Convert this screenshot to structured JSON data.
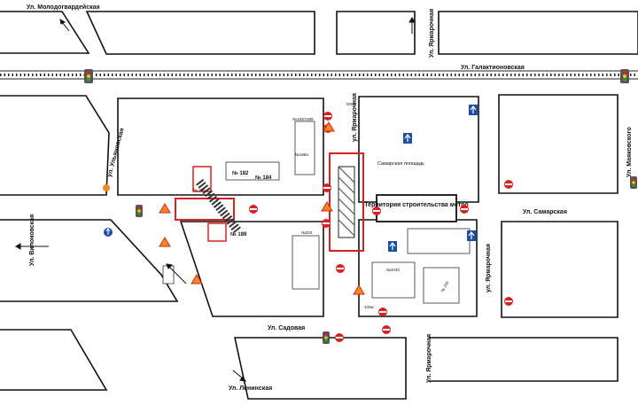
{
  "streets": {
    "molodogvardeyskaya": "Ул. Молодогвардейская",
    "yarmarochnaya_n": "Ул. Ярмарочная",
    "galaktionovskaya": "Ул. Галактионовская",
    "ulyanovskaya": "ул. Ульяновская",
    "vilonovskaya": "Ул. Вилоновская",
    "samarskaya_sq": "Самарская площадь",
    "sadovaya": "Ул. Садовая",
    "leninskaya": "Ул. Ленинская",
    "yarmarochnaya_s": "Ул. Ярмарочная",
    "samarskaya": "Ул. Самарская",
    "mayakovskogo": "Ул. Маяковского",
    "yarmarochnaya_c": "ул. Ярмарочная",
    "yarmarochnaya_e": "ул. Ярмарочная"
  },
  "labels": {
    "metro_zone": "Территория строительства метро",
    "bld_182": "№ 182",
    "bld_184": "№ 184",
    "bld_189": "№ 189",
    "bld_188": "№188а",
    "bld_193": "№193/1888",
    "bld_203": "№203",
    "bld_203b": "№203б",
    "bld_200": "№ 200",
    "bld_200b": "№ 200",
    "sign_500": "500м",
    "sign_100": "100м"
  },
  "colors": {
    "road": "#111111",
    "work_zone": "#d9211f",
    "sign_red": "#d9211f",
    "sign_blue": "#1a4fa3",
    "warn_orange": "#f08a1c",
    "traffic_green": "#2e9a3a",
    "traffic_yellow": "#f5c518",
    "rail": "#222222"
  },
  "icons": [
    "no-entry-icon",
    "one-way-icon",
    "traffic-light-icon",
    "road-works-icon",
    "turn-arrow-icon"
  ]
}
